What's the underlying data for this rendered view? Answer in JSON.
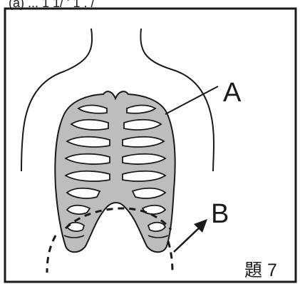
{
  "header_fragment": "(a) ... 1 1/ ' 1 . /",
  "labels": {
    "a": "A",
    "b": "B"
  },
  "caption": "題 7",
  "colors": {
    "ink": "#1a1a1a",
    "rib_fill": "#bdbdbd",
    "background": "#ffffff"
  }
}
